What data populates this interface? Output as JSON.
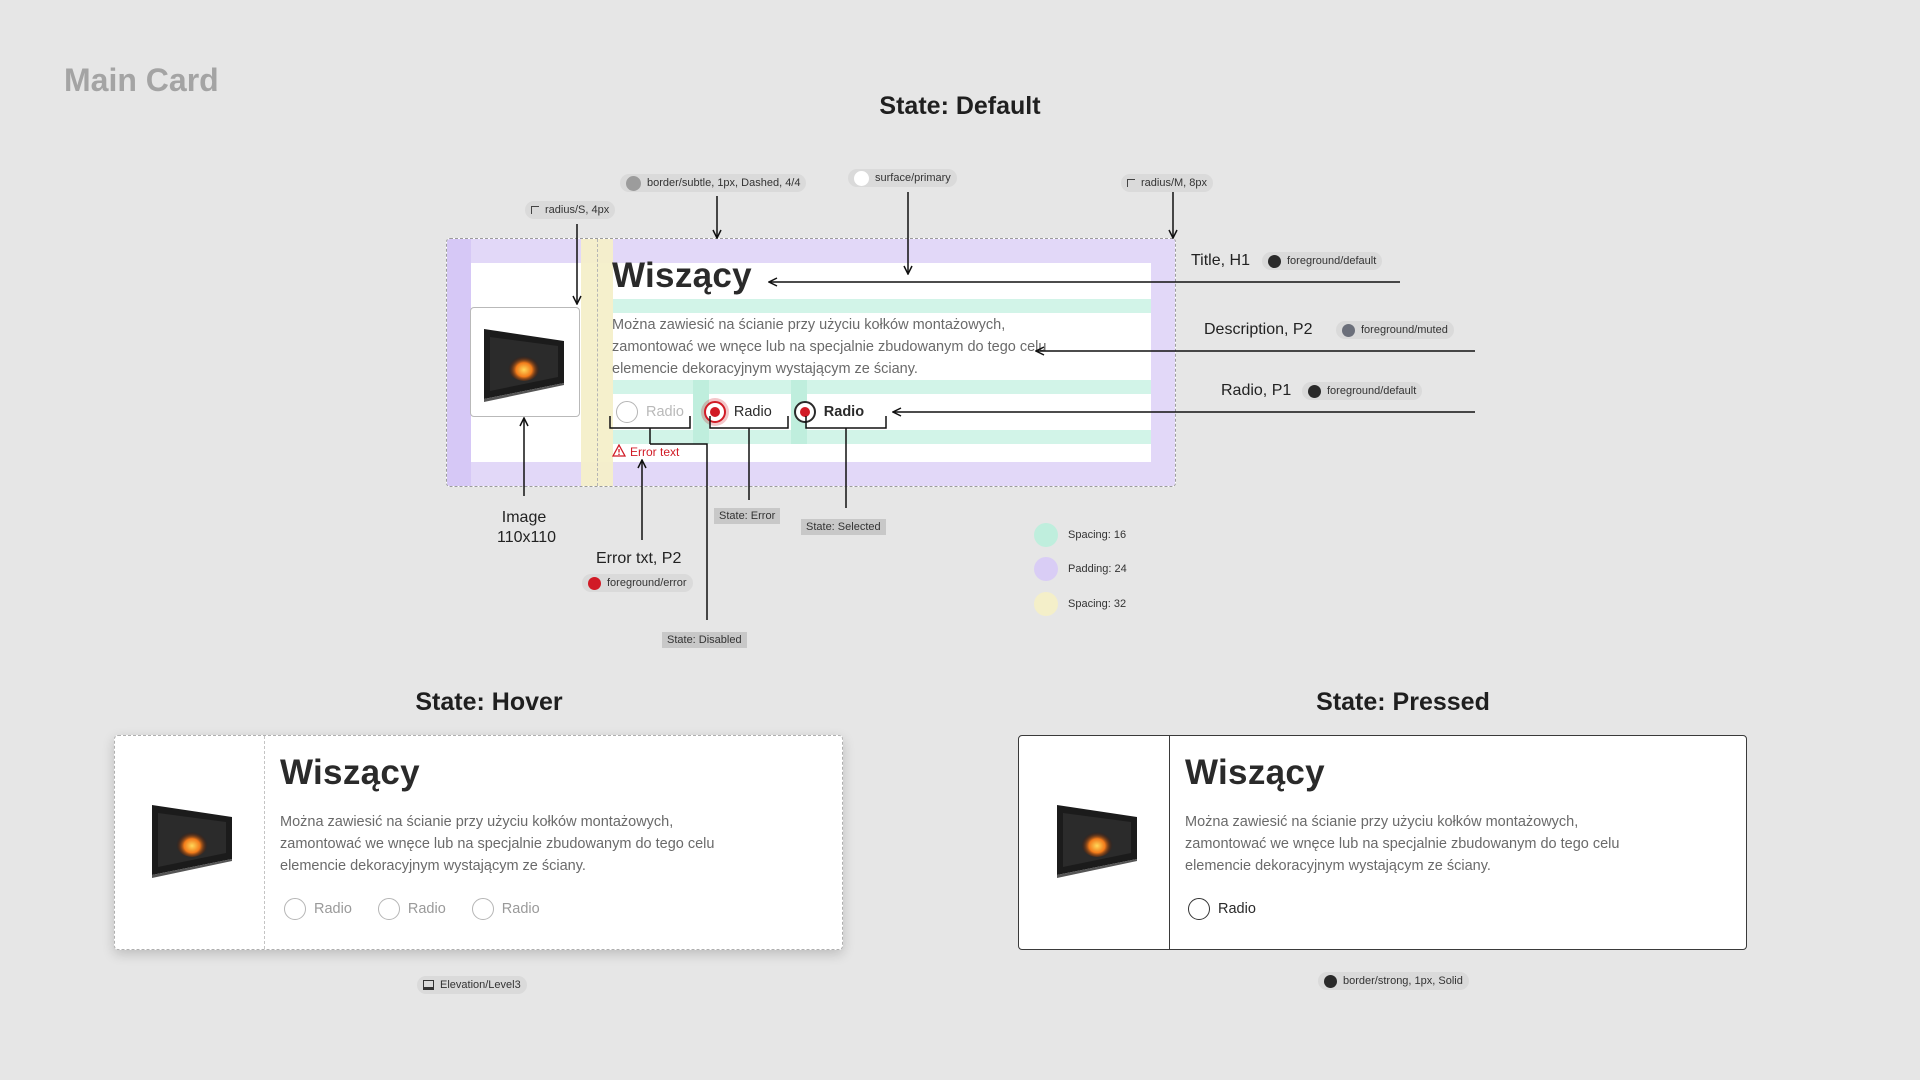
{
  "page_title": "Main Card",
  "states": {
    "default": "State: Default",
    "hover": "State: Hover",
    "pressed": "State: Pressed"
  },
  "card": {
    "title": "Wiszący",
    "description": "Można zawiesić na ścianie przy użyciu kołków montażowych, zamontować we wnęce lub na specjalnie zbudowanym do tego celu elemencie dekoracyjnym wystającym ze ściany.",
    "radio_label": "Radio",
    "error_text": "Error text"
  },
  "tokens": {
    "border_subtle": "border/subtle, 1px, Dashed, 4/4",
    "surface_primary": "surface/primary",
    "radius_m": "radius/M, 8px",
    "radius_s": "radius/S, 4px",
    "fg_default_title": "foreground/default",
    "fg_muted": "foreground/muted",
    "fg_default_radio": "foreground/default",
    "fg_error": "foreground/error",
    "elevation": "Elevation/Level3",
    "border_strong": "border/strong, 1px, Solid"
  },
  "annotations": {
    "title_h1": "Title, H1",
    "description_p2": "Description, P2",
    "radio_p1": "Radio, P1",
    "image_line1": "Image",
    "image_line2": "110x110",
    "error_txt": "Error txt, P2",
    "state_error": "State: Error",
    "state_selected": "State: Selected",
    "state_disabled": "State: Disabled"
  },
  "legend": [
    {
      "label": "Spacing: 16",
      "color": "#bfeedd"
    },
    {
      "label": "Padding: 24",
      "color": "#d9cdf5"
    },
    {
      "label": "Spacing: 32",
      "color": "#f4efc9"
    }
  ],
  "colors": {
    "error_red": "#d11b26",
    "foreground_default": "#2a2a2a",
    "foreground_muted": "#6b6f7a",
    "border_subtle": "#9c9c9c",
    "surface_primary": "#ffffff"
  }
}
